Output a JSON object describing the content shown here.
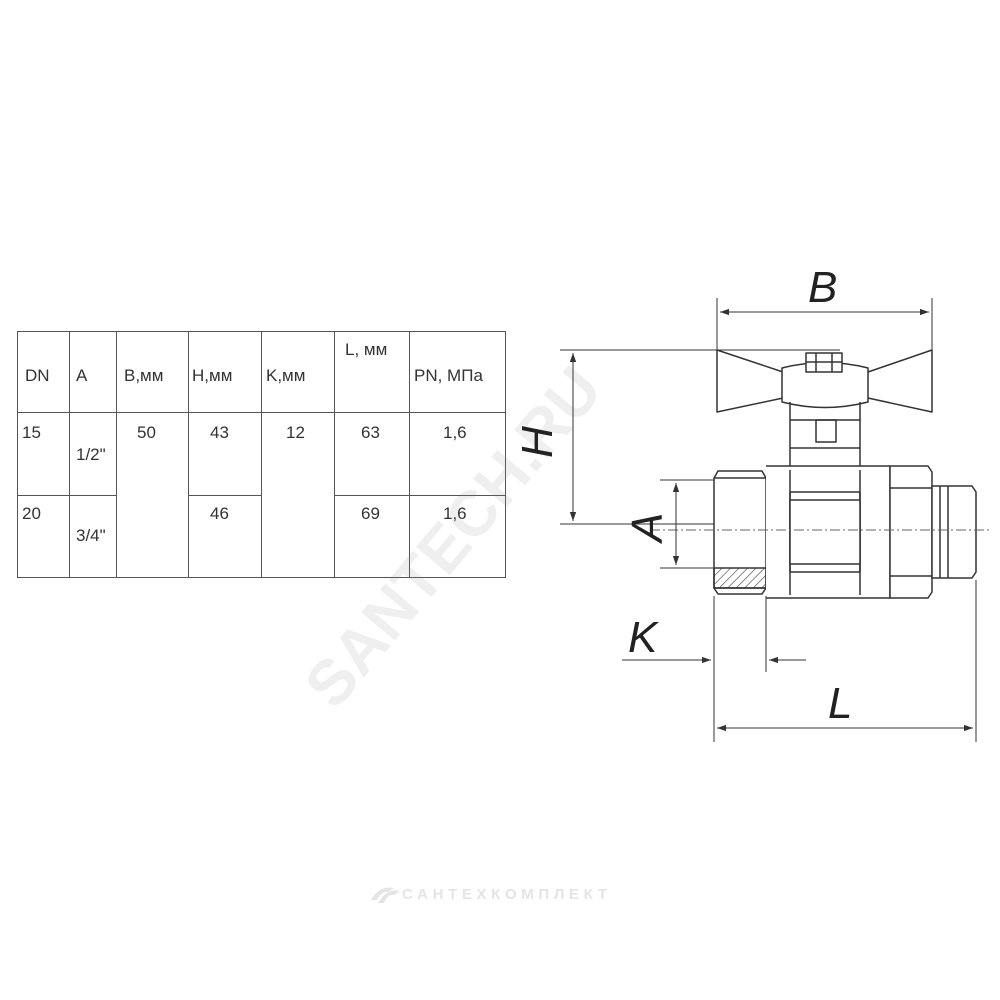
{
  "table": {
    "headers": [
      "DN",
      "A",
      "B,мм",
      "H,мм",
      "K,мм",
      "L, мм",
      "PN, МПа"
    ],
    "rows": [
      {
        "dn": "15",
        "a": "1/2\"",
        "b": "50",
        "h": "43",
        "k": "12",
        "l": "63",
        "pn": "1,6"
      },
      {
        "dn": "20",
        "a": "3/4\"",
        "h": "46",
        "l": "69",
        "pn": "1,6"
      }
    ]
  },
  "drawing": {
    "labels": {
      "b": "B",
      "h": "H",
      "a": "A",
      "k": "K",
      "l": "L"
    }
  },
  "watermarks": {
    "diagonal": "SANTECH.RU",
    "brand": "САНТЕХКОМПЛЕКТ"
  }
}
